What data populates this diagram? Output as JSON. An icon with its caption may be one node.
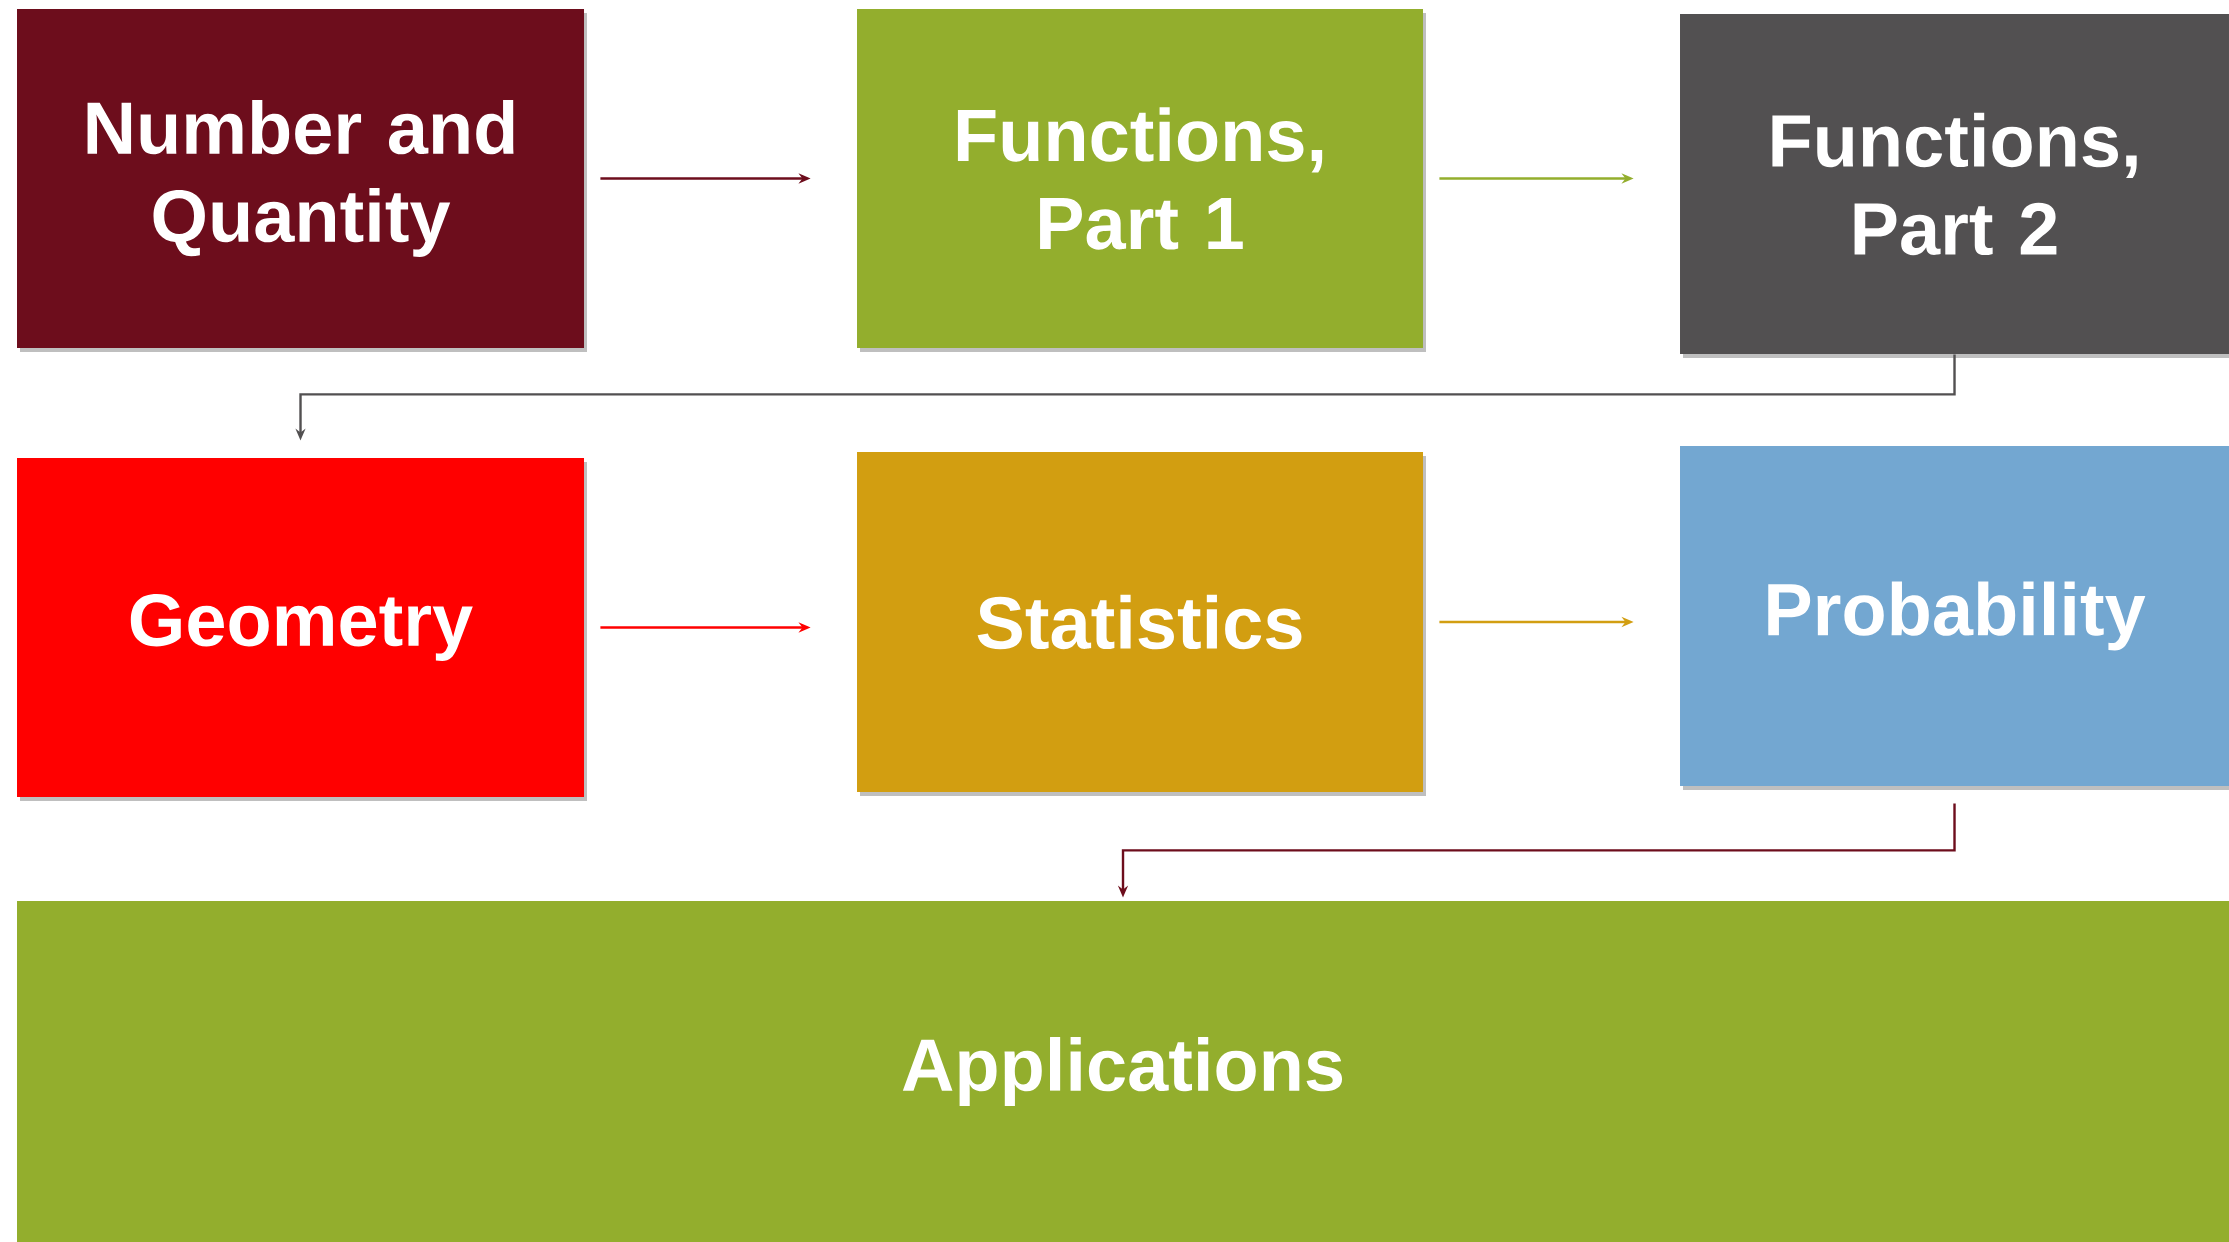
{
  "diagram": {
    "nodes": [
      {
        "text": [
          "Number and Quantity"
        ]
      },
      {
        "text": [
          "Functions, Part 1"
        ]
      },
      {
        "text": [
          "Functions, Part 2"
        ]
      },
      {
        "text": [
          "Geometry"
        ]
      },
      {
        "text": [
          "Statistics"
        ]
      },
      {
        "text": [
          "Probability"
        ]
      },
      {
        "text": [
          "Applications"
        ]
      }
    ],
    "edges": [
      {
        "from": 0,
        "to": 1,
        "arrow": "to",
        "color": "#6d0d1c"
      },
      {
        "from": 1,
        "to": 2,
        "arrow": "to",
        "color": "#93ae2d"
      },
      {
        "from": 2,
        "to": 3,
        "arrow": "to",
        "color": "#525051"
      },
      {
        "from": 3,
        "to": 4,
        "arrow": "to",
        "color": "#ff0000"
      },
      {
        "from": 4,
        "to": 5,
        "arrow": "to",
        "color": "#d29e11"
      },
      {
        "from": 5,
        "to": 6,
        "arrow": "to",
        "color": "#6d0d1c"
      }
    ]
  }
}
